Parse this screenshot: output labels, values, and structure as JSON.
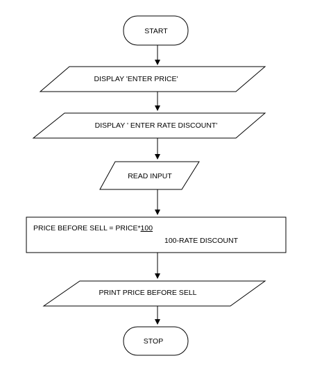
{
  "flowchart": {
    "start": "START",
    "display_price": "DISPLAY 'ENTER PRICE'",
    "display_rate": "DISPLAY ' ENTER RATE DISCOUNT'",
    "read_input": "READ INPUT",
    "formula_line1": "PRICE BEFORE SELL = PRICE*",
    "formula_numerator": "100",
    "formula_denominator": "100-RATE DISCOUNT",
    "print": "PRINT PRICE BEFORE SELL",
    "stop": "STOP"
  }
}
